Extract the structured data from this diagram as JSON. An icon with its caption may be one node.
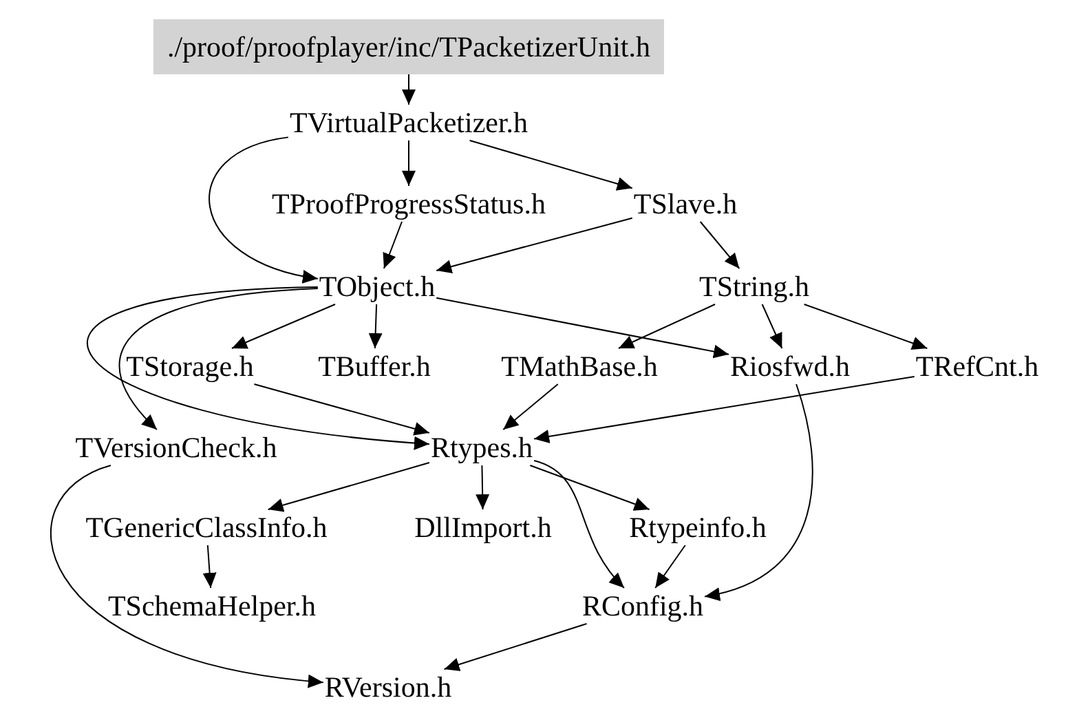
{
  "diagram": {
    "nodes": [
      {
        "text": [
          "./proof/proofplayer/inc/TPacketizerUnit.h"
        ]
      },
      {
        "text": [
          "TVirtualPacketizer.h"
        ]
      },
      {
        "text": [
          "TProofProgressStatus.h"
        ]
      },
      {
        "text": [
          "TSlave.h"
        ]
      },
      {
        "text": [
          "TObject.h"
        ]
      },
      {
        "text": [
          "TString.h"
        ]
      },
      {
        "text": [
          "TStorage.h"
        ]
      },
      {
        "text": [
          "TBuffer.h"
        ]
      },
      {
        "text": [
          "TMathBase.h"
        ]
      },
      {
        "text": [
          "Riosfwd.h"
        ]
      },
      {
        "text": [
          "TRefCnt.h"
        ]
      },
      {
        "text": [
          "TVersionCheck.h"
        ]
      },
      {
        "text": [
          "Rtypes.h"
        ]
      },
      {
        "text": [
          "TGenericClassInfo.h"
        ]
      },
      {
        "text": [
          "DllImport.h"
        ]
      },
      {
        "text": [
          "Rtypeinfo.h"
        ]
      },
      {
        "text": [
          "TSchemaHelper.h"
        ]
      },
      {
        "text": [
          "RConfig.h"
        ]
      },
      {
        "text": [
          "RVersion.h"
        ]
      }
    ],
    "edges": [
      {
        "from": 0,
        "to": 1,
        "arrow": "to"
      },
      {
        "from": 1,
        "to": 2,
        "arrow": "to"
      },
      {
        "from": 1,
        "to": 3,
        "arrow": "to"
      },
      {
        "from": 1,
        "to": 4,
        "arrow": "to"
      },
      {
        "from": 2,
        "to": 4,
        "arrow": "to"
      },
      {
        "from": 3,
        "to": 4,
        "arrow": "to"
      },
      {
        "from": 3,
        "to": 5,
        "arrow": "to"
      },
      {
        "from": 4,
        "to": 6,
        "arrow": "to"
      },
      {
        "from": 4,
        "to": 7,
        "arrow": "to"
      },
      {
        "from": 4,
        "to": 9,
        "arrow": "to"
      },
      {
        "from": 4,
        "to": 11,
        "arrow": "to"
      },
      {
        "from": 4,
        "to": 12,
        "arrow": "to"
      },
      {
        "from": 5,
        "to": 8,
        "arrow": "to"
      },
      {
        "from": 5,
        "to": 9,
        "arrow": "to"
      },
      {
        "from": 5,
        "to": 10,
        "arrow": "to"
      },
      {
        "from": 6,
        "to": 12,
        "arrow": "to"
      },
      {
        "from": 8,
        "to": 12,
        "arrow": "to"
      },
      {
        "from": 9,
        "to": 17,
        "arrow": "to"
      },
      {
        "from": 10,
        "to": 12,
        "arrow": "to"
      },
      {
        "from": 11,
        "to": 18,
        "arrow": "to"
      },
      {
        "from": 12,
        "to": 13,
        "arrow": "to"
      },
      {
        "from": 12,
        "to": 14,
        "arrow": "to"
      },
      {
        "from": 12,
        "to": 15,
        "arrow": "to"
      },
      {
        "from": 12,
        "to": 17,
        "arrow": "to"
      },
      {
        "from": 13,
        "to": 16,
        "arrow": "to"
      },
      {
        "from": 15,
        "to": 17,
        "arrow": "to"
      },
      {
        "from": 17,
        "to": 18,
        "arrow": "to"
      }
    ]
  }
}
